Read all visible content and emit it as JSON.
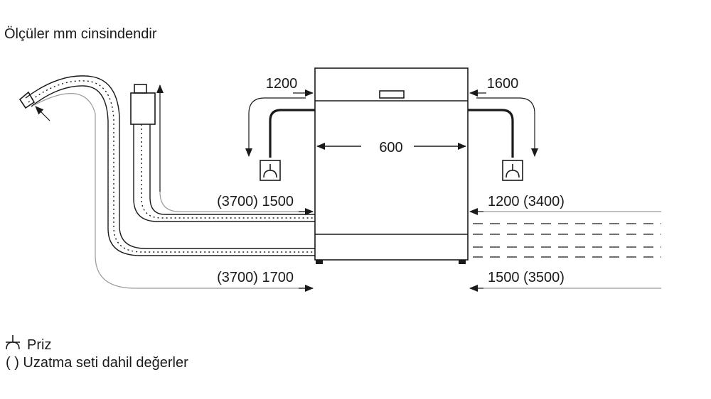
{
  "units_note": "Ölçüler mm cinsindendir",
  "dimensions": {
    "left_socket": "1200",
    "right_socket": "1600",
    "width": "600",
    "hose_upper_left": "(3700) 1500",
    "hose_lower_left": "(3700) 1700",
    "hose_upper_right": "1200 (3400)",
    "hose_lower_right": "1500 (3500)"
  },
  "legend": {
    "socket_symbol_label": "Priz",
    "parentheses_label": "( ) Uzatma seti dahil değerler"
  },
  "colors": {
    "line": "#1a1a1a",
    "grey_line": "#9a9a9a",
    "background": "#ffffff"
  },
  "icons": [
    "socket-icon",
    "arrow-icon",
    "hose-icon",
    "aquastop-valve-icon",
    "dishwasher-outline"
  ]
}
